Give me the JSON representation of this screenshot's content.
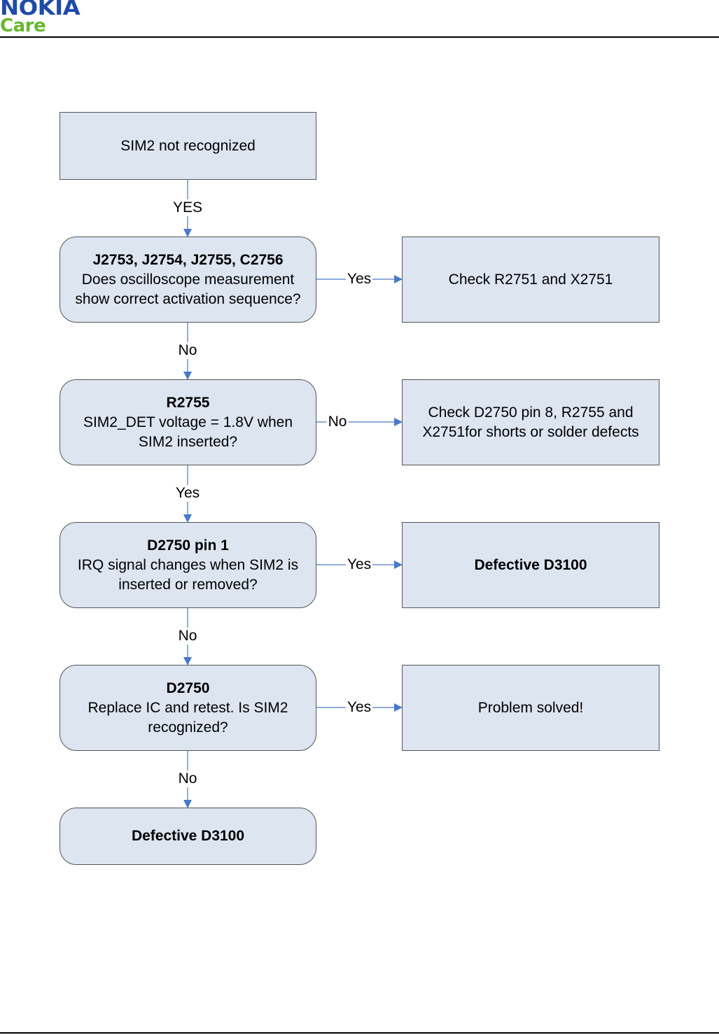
{
  "header": {
    "logo_main": "NOKIA",
    "logo_sub": "Care"
  },
  "colors": {
    "box_fill": "#dde5f1",
    "box_border": "#555555",
    "arrow": "#4a7ac7",
    "logo_blue": "#1f4aa8",
    "logo_green": "#66b82f"
  },
  "nodes": {
    "start": {
      "text": "SIM2 not recognized"
    },
    "q1": {
      "title": "J2753, J2754, J2755, C2756",
      "line1": "Does oscilloscope measurement",
      "line2": "show correct activation sequence?"
    },
    "r1": {
      "text": "Check R2751 and X2751"
    },
    "q2": {
      "title": "R2755",
      "line1": "SIM2_DET voltage = 1.8V when",
      "line2": "SIM2 inserted?"
    },
    "r2": {
      "line1": "Check D2750 pin 8, R2755 and",
      "line2": "X2751for shorts or solder defects"
    },
    "q3": {
      "title": "D2750 pin 1",
      "line1": "IRQ signal changes when SIM2 is",
      "line2": "inserted or removed?"
    },
    "r3": {
      "text": "Defective D3100"
    },
    "q4": {
      "title": "D2750",
      "line1": "Replace IC and retest. Is SIM2",
      "line2": "recognized?"
    },
    "r4": {
      "text": "Problem solved!"
    },
    "end": {
      "text": "Defective D3100"
    }
  },
  "edges": {
    "start_q1": "YES",
    "q1_r1": "Yes",
    "q1_q2": "No",
    "q2_r2": "No",
    "q2_q3": "Yes",
    "q3_r3": "Yes",
    "q3_q4": "No",
    "q4_r4": "Yes",
    "q4_end": "No"
  }
}
